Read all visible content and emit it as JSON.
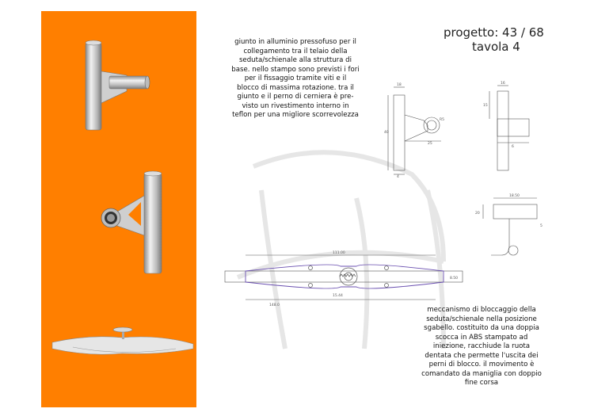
{
  "project_label": "progetto: 43 / 68",
  "sheet_label": "tavola  4",
  "description_top": "giunto in alluminio pressofuso per il\ncollegamento tra il telaio della\nseduta/schienale alla struttura di\nbase. nello stampo sono previsti i fori\nper il fissaggio tramite viti e il\nblocco di massima rotazione. tra il\ngiunto e il perno di cerniera è pre-\nvisto un rivestimento interno in\nteflon per una migliore scorrevolezza",
  "description_bottom": "meccanismo di bloccaggio della\nseduta/schienale nella posizione\nsgabello. costituito da una doppia\nscocca in ABS stampato ad\niniezione, racchiude la ruota\ndentata che permette l'uscita dei\nperni di blocco. il movimento è\ncomandato da maniglia con doppio\nfine corsa",
  "colors": {
    "panel": "#ff7f00",
    "metal": "#c8c8c8",
    "line": "#555555",
    "purple": "#6a4fb0"
  },
  "dims": {
    "a": "18",
    "b": "40",
    "c": "R5",
    "d": "25",
    "e": "4",
    "f": "18.50",
    "g": "5",
    "h": "16",
    "i": "20",
    "j": "15",
    "k": "6",
    "l": "111.00",
    "m": "148.0",
    "n": "15.44",
    "o": "8.50"
  }
}
